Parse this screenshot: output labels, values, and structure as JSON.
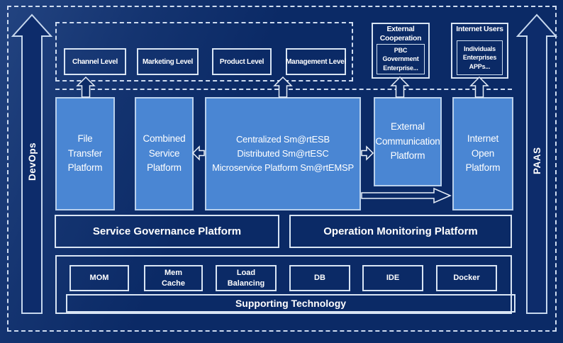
{
  "colors": {
    "background": "#0b2a66",
    "platform_blue": "#4a86d3",
    "platform_border": "#b9d0ec",
    "line_light": "#cfdcf0",
    "text": "#ffffff"
  },
  "rails": {
    "left_label": "DevOps",
    "right_label": "PAAS"
  },
  "levels": {
    "items": [
      {
        "label": "Channel Level"
      },
      {
        "label": "Marketing Level"
      },
      {
        "label": "Product Level"
      },
      {
        "label": "Management Level"
      }
    ]
  },
  "external_cooperation": {
    "title": "External\nCooperation",
    "members": "PBC Government\nEnterprise..."
  },
  "internet_users": {
    "title": "Internet Users",
    "members": "Individuals\nEnterprises\nAPPs..."
  },
  "platforms": [
    {
      "label": "File\nTransfer\nPlatform"
    },
    {
      "label": "Combined\nService\nPlatform"
    },
    {
      "label": "Centralized Sm@rtESB\nDistributed Sm@rtESC\nMicroservice Platform Sm@rtEMSP"
    },
    {
      "label": "External\nCommunication\nPlatform"
    },
    {
      "label": "Internet\nOpen\nPlatform"
    }
  ],
  "governance": {
    "service": "Service Governance Platform",
    "operation": "Operation Monitoring Platform"
  },
  "supporting": {
    "title": "Supporting Technology",
    "items": [
      {
        "label": "MOM"
      },
      {
        "label": "Mem\nCache"
      },
      {
        "label": "Load\nBalancing"
      },
      {
        "label": "DB"
      },
      {
        "label": "IDE"
      },
      {
        "label": "Docker"
      }
    ]
  }
}
